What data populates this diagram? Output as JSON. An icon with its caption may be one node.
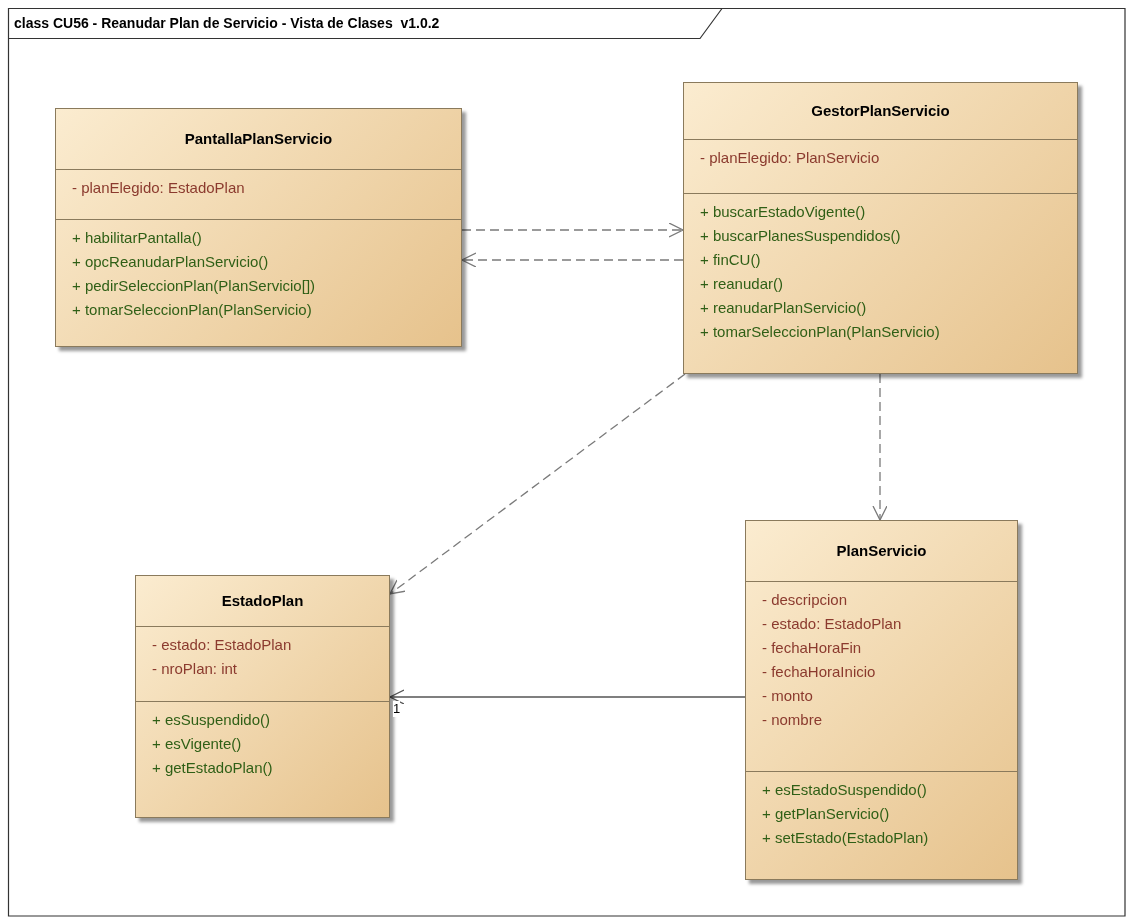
{
  "diagram": {
    "title": "class CU56 - Reanudar Plan de Servicio - Vista de Clases  v1.0.2",
    "nodes": [
      {
        "text": [
          "PantallaPlanServicio"
        ]
      },
      {
        "text": [
          "- planElegido: EstadoPlan"
        ],
        "in": 0
      },
      {
        "text": [
          "+ habilitarPantalla()",
          "+ opcReanudarPlanServicio()",
          "+ pedirSeleccionPlan(PlanServicio[])",
          "+ tomarSeleccionPlan(PlanServicio)"
        ],
        "in": 0
      },
      {
        "text": [
          "GestorPlanServicio"
        ]
      },
      {
        "text": [
          "- planElegido: PlanServicio"
        ],
        "in": 3
      },
      {
        "text": [
          "+ buscarEstadoVigente()",
          "+ buscarPlanesSuspendidos()",
          "+ finCU()",
          "+ reanudar()",
          "+ reanudarPlanServicio()",
          "+ tomarSeleccionPlan(PlanServicio)"
        ],
        "in": 3
      },
      {
        "text": [
          "EstadoPlan"
        ]
      },
      {
        "text": [
          "- estado: EstadoPlan",
          "- nroPlan: int"
        ],
        "in": 6
      },
      {
        "text": [
          "+ esSuspendido()",
          "+ esVigente()",
          "+ getEstadoPlan()"
        ],
        "in": 6
      },
      {
        "text": [
          "PlanServicio"
        ]
      },
      {
        "text": [
          "- descripcion",
          "- estado: EstadoPlan",
          "- fechaHoraFin",
          "- fechaHoraInicio",
          "- monto",
          "- nombre"
        ],
        "in": 9
      },
      {
        "text": [
          "+ esEstadoSuspendido()",
          "+ getPlanServicio()",
          "+ setEstado(EstadoPlan)"
        ],
        "in": 9
      }
    ],
    "edges": [
      {
        "from": 0,
        "to": 3,
        "arrow": "to",
        "style": "dashed"
      },
      {
        "from": 3,
        "to": 0,
        "arrow": "to",
        "style": "dashed"
      },
      {
        "from": 3,
        "to": 6,
        "arrow": "to",
        "style": "dashed"
      },
      {
        "from": 3,
        "to": 9,
        "arrow": "to",
        "style": "dashed"
      },
      {
        "from": 9,
        "to": 6,
        "arrow": "to",
        "label": "1"
      }
    ]
  }
}
